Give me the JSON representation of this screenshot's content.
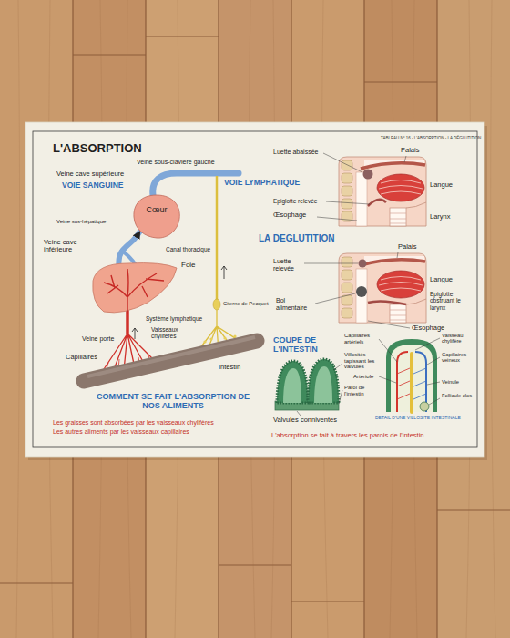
{
  "diagram": {
    "title": "L'ABSORPTION",
    "nodes": [
      {
        "text": [
          "Cœur"
        ]
      },
      {
        "text": [
          "Foie"
        ]
      }
    ],
    "edges": [
      {
        "from": 1,
        "to": 0,
        "arrow": "to"
      }
    ],
    "labels": [
      "TABLEAU N° 16 - L'ABSORPTION - LA DÉGLUTITION",
      "Veine sous-clavière gauche",
      "Veine cave supérieure",
      "VOIE SANGUINE",
      "VOIE LYMPHATIQUE",
      "Veine sus-hépatique",
      "Veine cave inférieure",
      "Canal thoracique",
      "Citerne de Pecquet",
      "Système lymphatique",
      "Vaisseaux chylifères",
      "Veine porte",
      "Capillaires",
      "Intestin",
      "COMMENT SE FAIT L'ABSORPTION DE NOS ALIMENTS",
      "Les graisses sont absorbées par les vaisseaux chylifères",
      "Les autres aliments par les vaisseaux capillaires",
      "Luette abaissée",
      "Palais",
      "Langue",
      "Epiglotte relevée",
      "Œsophage",
      "Larynx",
      "LA DEGLUTITION",
      "Palais",
      "Luette relevée",
      "Langue",
      "Epiglotte obstruant le larynx",
      "Bol alimentaire",
      "Œsophage",
      "COUPE DE L'INTESTIN",
      "Villosités tapissant les valvules",
      "Paroi de l'intestin",
      "Valvules conniventes",
      "Capillaires artériels",
      "Vaisseau chylifère",
      "Capillaires veineux",
      "Arteriole",
      "Veinule",
      "Follicule clos",
      "DETAIL D'UNE VILLOSITE INTESTINALE",
      "L'absorption se fait à travers les parois de l'intestin"
    ]
  }
}
